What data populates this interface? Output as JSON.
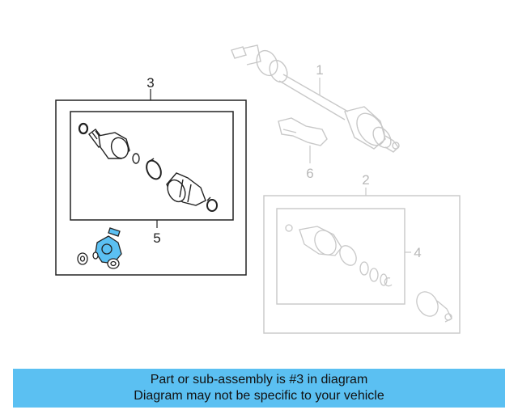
{
  "diagram": {
    "callouts": {
      "c1": "1",
      "c2": "2",
      "c3": "3",
      "c4": "4",
      "c5": "5",
      "c6": "6"
    }
  },
  "colors": {
    "highlight_part": "#5bc0f2",
    "banner": "#5bc0f2",
    "active_line": "#222222",
    "inactive_line": "#c8c8c8"
  },
  "banner": {
    "line1": "Part or sub-assembly is #3 in diagram",
    "line2": "Diagram may not be specific to your vehicle"
  }
}
